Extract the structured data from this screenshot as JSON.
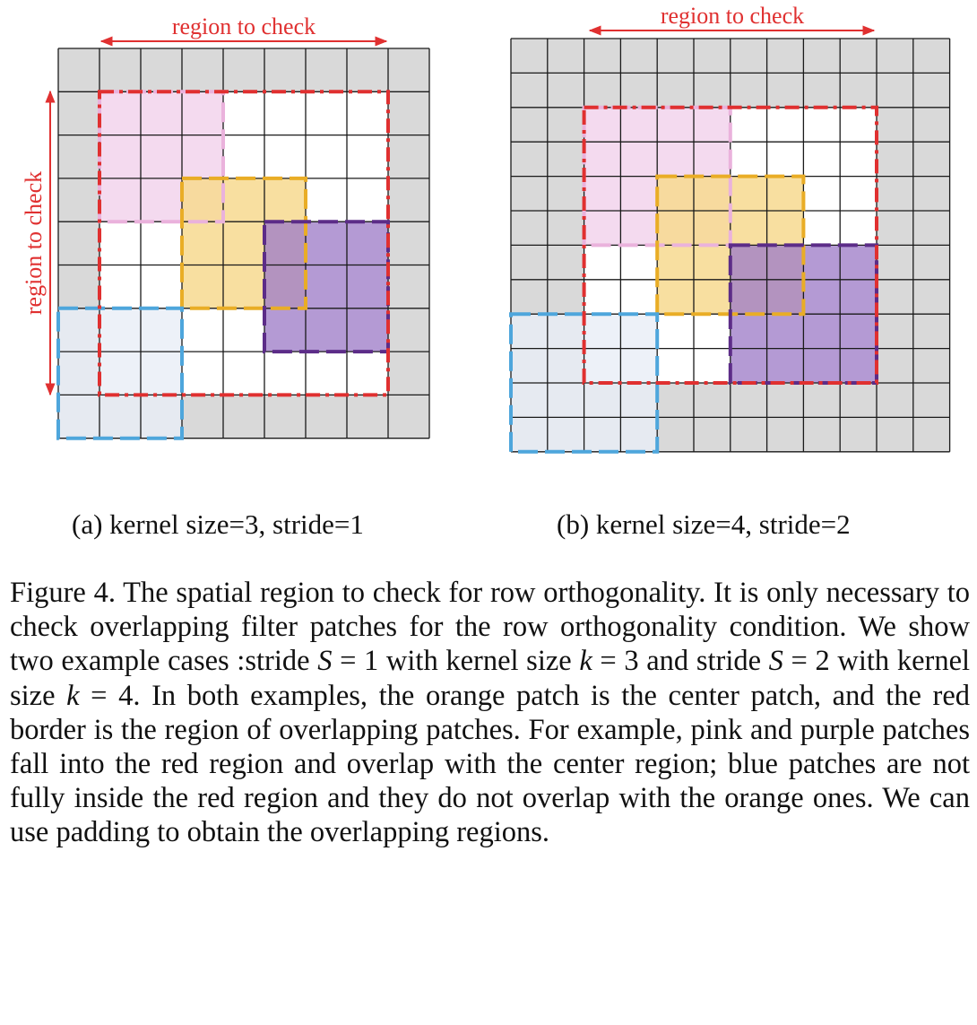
{
  "figure": {
    "panels": [
      {
        "id": "a",
        "region_label_top": "region to check",
        "region_label_left": "region to check",
        "caption": "(a) kernel size=3, stride=1",
        "kernel_size": 3,
        "stride": 1
      },
      {
        "id": "b",
        "region_label_top": "region to check",
        "caption": "(b) kernel size=4, stride=2",
        "kernel_size": 4,
        "stride": 2
      }
    ],
    "colors": {
      "padding_cell": "#d9d9d9",
      "grid_line": "#1a1a1a",
      "region_border": "#e03030",
      "pink_patch": "#f2d3ec",
      "pink_border": "#eab2dc",
      "orange_patch": "#f7d98f",
      "orange_border": "#e9ad26",
      "purple_patch": "#9f7dc8",
      "purple_border": "#5c2c88",
      "blue_patch": "#e8eef6",
      "blue_border": "#4ea6dc"
    }
  },
  "caption": {
    "label": "Figure 4.",
    "text_1": "The spatial region to check for row orthogonality. It is only necessary to check overlapping filter patches for the row orthogonality condition. We show two example cases :stride ",
    "var_S": "S",
    "eq_1": " = 1 with kernel size ",
    "var_k": "k",
    "eq_2": " = 3 and stride ",
    "eq_3": " = 2 with kernel size ",
    "eq_4": " = 4.",
    "text_2": " In both examples, the orange patch is the center patch, and the red border is the region of overlapping patches. For example, pink and purple patches fall into the red region and overlap with the center region; blue patches are not fully inside the red region and they do not overlap with the orange ones. We can use padding to obtain the overlapping regions."
  }
}
